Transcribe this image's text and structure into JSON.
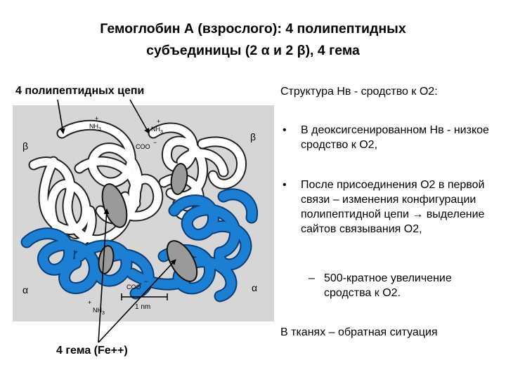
{
  "title": {
    "line1": "Гемоглобин А (взрослого): 4 полипептидных",
    "line2": "субъединицы (2 α и 2 β), 4 гема"
  },
  "figure": {
    "chains_label": "4 полипептидных цепи",
    "heme_label": "4 гема (Fe++)",
    "alpha": "α",
    "beta": "β",
    "nh3": "NH",
    "nh3_sub": "3",
    "plus": "+",
    "coo": "COO",
    "minus": "−",
    "scale": "1 nm",
    "colors": {
      "beta_chain": "#ffffff",
      "alpha_chain": "#1b7fd3",
      "heme": "#9a9a9a",
      "background": "#d6d6d6"
    }
  },
  "right": {
    "heading": "Структура Нв  - сродство к О2:",
    "bullets": [
      "В деоксигсенированном Нв - низкое сродство  к О2,",
      "После присоединения О2 в первой связи – изменения конфигурации полипептидной цепи → выделение сайтов связывания О2,"
    ],
    "bullet_mark": "•",
    "sub_mark": "–",
    "sub": "500-кратное увеличение сродства к О2.",
    "footer": "В тканях – обратная ситуация"
  }
}
